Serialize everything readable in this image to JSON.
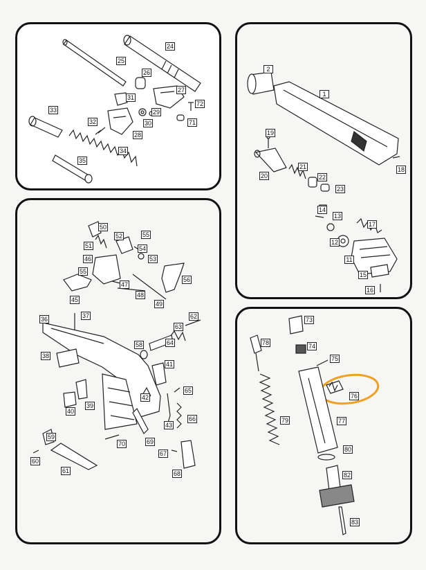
{
  "colors": {
    "ink": "#222222",
    "highlight": "#f0a020",
    "paper": "#ffffff"
  },
  "labels": {
    "p1": "1",
    "p2": "2",
    "p11": "11",
    "p12": "12",
    "p13": "13",
    "p14": "14",
    "p15": "15",
    "p16": "16",
    "p17": "17",
    "p18": "18",
    "p19": "19",
    "p20": "20",
    "p21": "21",
    "p22": "22",
    "p23": "23",
    "p24": "24",
    "p25": "25",
    "p26": "26",
    "p27": "27",
    "p28": "28",
    "p29": "29",
    "p30": "30",
    "p31": "31",
    "p32": "32",
    "p33": "33",
    "p34": "34",
    "p35": "35",
    "p36": "36",
    "p37": "37",
    "p38": "38",
    "p39": "39",
    "p40": "40",
    "p41": "41",
    "p42": "42",
    "p43": "43",
    "p45": "45",
    "p46": "46",
    "p47": "47",
    "p48": "48",
    "p49": "49",
    "p50": "50",
    "p51": "51",
    "p52": "52",
    "p53": "53",
    "p54": "54",
    "p55": "55",
    "p56": "56",
    "p58": "58",
    "p59": "59",
    "p60": "60",
    "p61": "61",
    "p62": "62",
    "p63": "63",
    "p64": "64",
    "p65": "65",
    "p66": "66",
    "p67": "67",
    "p68": "68",
    "p69": "69",
    "p70": "70",
    "p71": "71",
    "p72": "72",
    "p73": "73",
    "p74": "74",
    "p75": "75",
    "p76": "76",
    "p77": "77",
    "p78": "78",
    "p79": "79",
    "p80": "80",
    "p82": "82",
    "p83": "83"
  }
}
